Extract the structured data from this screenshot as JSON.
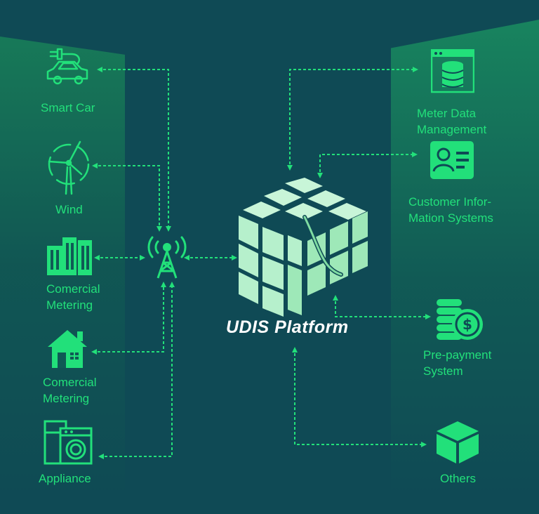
{
  "left_nodes": {
    "smart_car": {
      "label": "Smart Car",
      "icon": "car-charging-icon"
    },
    "wind": {
      "label": "Wind",
      "icon": "wind-turbine-icon"
    },
    "commercial_metering": {
      "line1": "Comercial",
      "line2": "Metering",
      "icon": "office-buildings-icon"
    },
    "residential_metering": {
      "line1": "Comercial",
      "line2": "Metering",
      "icon": "house-icon"
    },
    "appliance": {
      "label": "Appliance",
      "icon": "washing-machine-icon"
    }
  },
  "hub": {
    "icon": "antenna-tower-icon"
  },
  "platform": {
    "title": "UDIS Platform",
    "icon": "cube-platform-icon"
  },
  "right_nodes": {
    "meter_data": {
      "line1": "Meter Data",
      "line2": "Management",
      "icon": "database-window-icon"
    },
    "customer_info": {
      "line1": "Customer Infor-",
      "line2": "Mation Systems",
      "icon": "id-card-icon"
    },
    "prepayment": {
      "line1": "Pre-payment",
      "line2": "System",
      "icon": "coins-dollar-icon"
    },
    "others": {
      "label": "Others",
      "icon": "box-icon"
    }
  },
  "colors": {
    "background": "#0f4a55",
    "accent": "#22e07a",
    "cube_light": "#c8f5d8",
    "cube_mid": "#9ee8b8"
  }
}
